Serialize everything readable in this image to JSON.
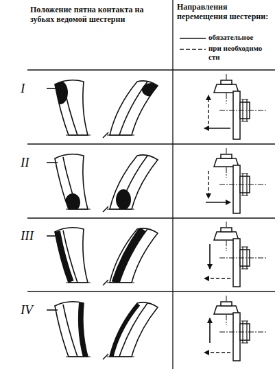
{
  "diagram": {
    "labels": [
      "Положение пятна контакта на зубьях ведомой шестерни",
      "Направления перемещения шестерни:",
      "I",
      "II",
      "III",
      "IV"
    ],
    "legend": [
      {
        "text": "обязательное"
      },
      {
        "text": "при необходимости"
      }
    ]
  }
}
